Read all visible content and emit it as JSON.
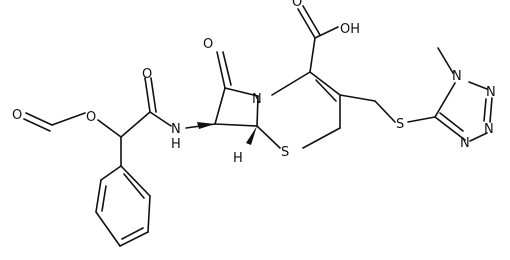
{
  "molecule": {
    "labels": {
      "oh": "OH",
      "o_carboxyl": "O",
      "o_lactam": "O",
      "n_ring": "N",
      "o_amide": "O",
      "o_formyl_ester": "O",
      "o_formyl": "O",
      "nh": "N",
      "h_amide": "H",
      "h_stereo": "H",
      "s_ring": "S",
      "s_thio": "S",
      "n_tetrazole_1": "N",
      "n_tetrazole_2": "N",
      "n_tetrazole_3": "N",
      "n_tetrazole_4": "N"
    }
  }
}
